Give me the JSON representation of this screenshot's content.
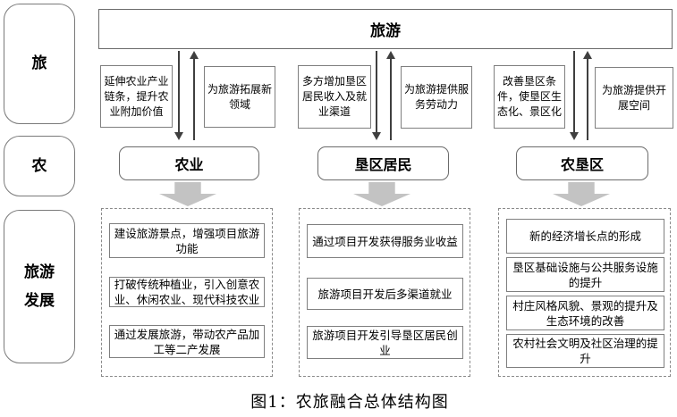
{
  "caption": "图1：农旅融合总体结构图",
  "side_labels": {
    "tourism": "旅",
    "agriculture": "农",
    "development_line1": "旅游",
    "development_line2": "发展"
  },
  "top_box": {
    "label": "旅游"
  },
  "columns": [
    {
      "main": "农业",
      "down_note": "延伸农业产业链条，提升农业附加价值",
      "up_note": "为旅游拓展新领域",
      "outcomes": [
        "建设旅游景点，增强项目旅游功能",
        "打破传统种植业，引入创意农业、休闲农业、现代科技农业",
        "通过发展旅游，带动农产品加工等二产发展"
      ]
    },
    {
      "main": "垦区居民",
      "down_note": "多方增加垦区居民收入及就业渠道",
      "up_note": "为旅游提供服务劳动力",
      "outcomes": [
        "通过项目开发获得服务业收益",
        "旅游项目开发后多渠道就业",
        "旅游项目开发引导垦区居民创业"
      ]
    },
    {
      "main": "农垦区",
      "down_note": "改善垦区条件，使垦区生态化、景区化",
      "up_note": "为旅游提供开展空间",
      "outcomes": [
        "新的经济增长点的形成",
        "垦区基础设施与公共服务设施的提升",
        "村庄风格风貌、景观的提升及生态环境的改善",
        "农村社会文明及社区治理的提升"
      ]
    }
  ],
  "colors": {
    "box_border": "#6b6b6b",
    "note_border": "#7f7f7f",
    "dashed_border": "#8a8a8a",
    "arrow_line": "#3f3f3f",
    "block_arrow": "#c3c3c3"
  }
}
